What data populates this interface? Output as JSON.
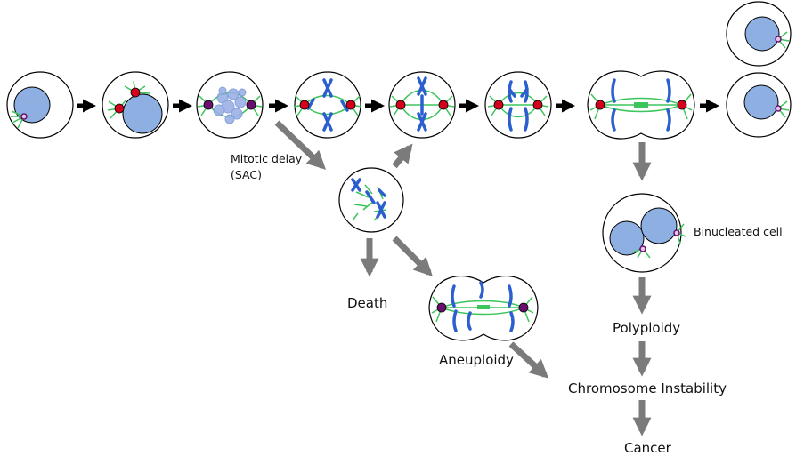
{
  "labels": {
    "mitotic_delay": "Mitotic delay",
    "sac": "(SAC)",
    "death": "Death",
    "aneuploidy": "Aneuploidy",
    "binucleated": "Binucleated cell",
    "polyploidy": "Polyploidy",
    "chromosome_instability": "Chromosome Instability",
    "cancer": "Cancer"
  },
  "colors": {
    "nucleus": "#8eafe2",
    "microtubule": "#3cc55b",
    "chromosome": "#2b5fcf",
    "centrosome_red": "#d4001c",
    "centrosome_purple": "#6a0f70",
    "flow_arrow": "#7b7b7b",
    "sequence_arrow": "#000000"
  }
}
